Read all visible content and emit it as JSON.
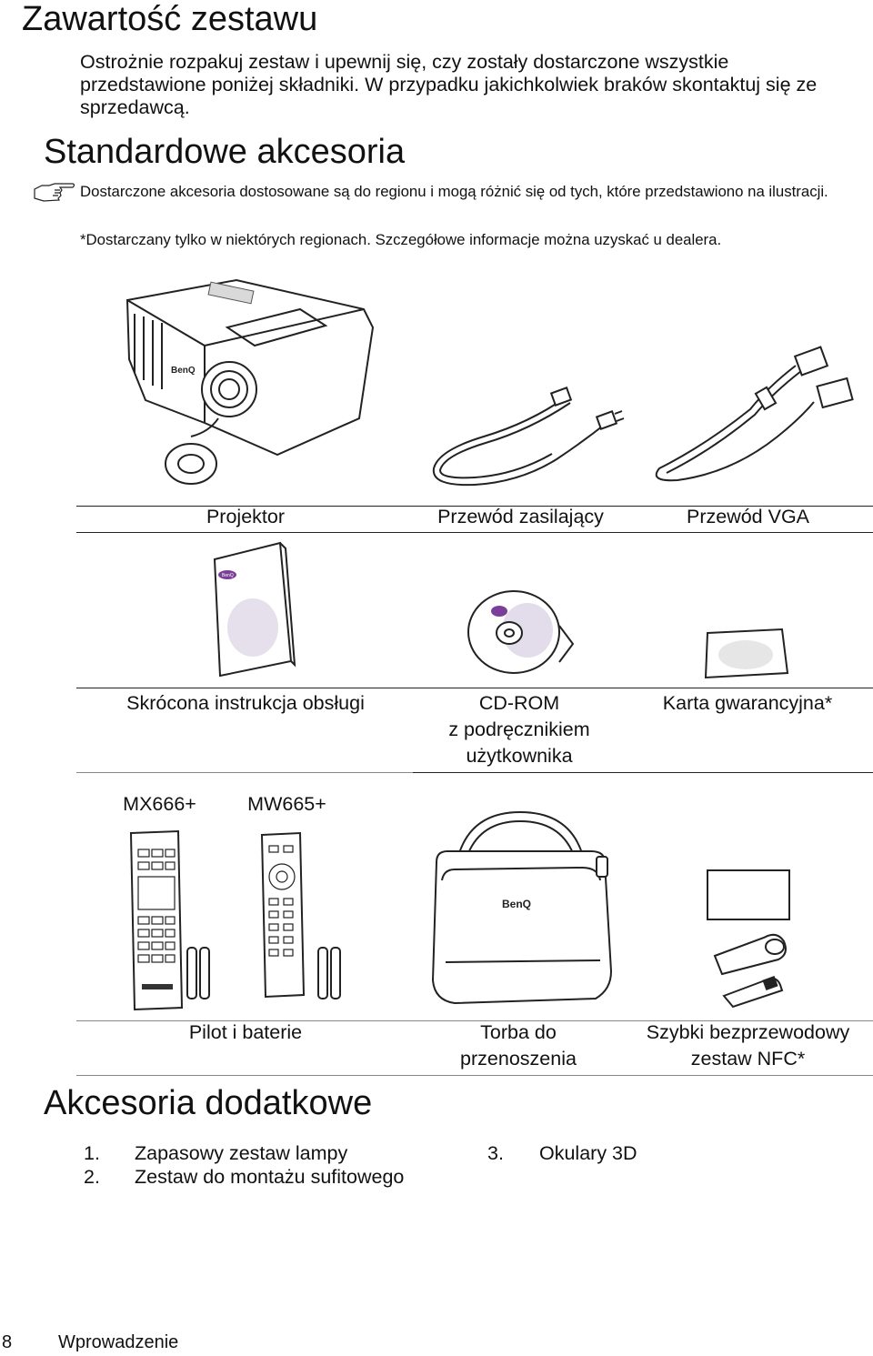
{
  "title": "Zawartość zestawu",
  "intro": "Ostrożnie rozpakuj zestaw i upewnij się, czy zostały dostarczone wszystkie przedstawione poniżej składniki. W przypadku jakichkolwiek braków skontaktuj się ze sprzedawcą.",
  "standard": {
    "heading": "Standardowe akcesoria",
    "note": "Dostarczone akcesoria dostosowane są do regionu i mogą różnić się od tych, które przedstawiono na ilustracji.",
    "footnote": "*Dostarczany tylko w niektórych regionach. Szczegółowe informacje można uzyskać u dealera.",
    "row1": [
      "Projektor",
      "Przewód zasilający",
      "Przewód VGA"
    ],
    "row2": {
      "quick_guide": "Skrócona instrukcja obsługi",
      "cdrom": [
        "CD-ROM",
        "z podręcznikiem",
        "użytkownika"
      ],
      "warranty": "Karta gwarancyjna*"
    },
    "models": [
      "MX666+",
      "MW665+"
    ],
    "row3": {
      "remote": "Pilot i baterie",
      "bag": [
        "Torba do",
        "przenoszenia"
      ],
      "nfc": [
        "Szybki bezprzewodowy",
        "zestaw NFC*"
      ]
    },
    "logo_text": "BenQ"
  },
  "optional": {
    "heading": "Akcesoria dodatkowe",
    "items": [
      {
        "num": "1.",
        "label": "Zapasowy zestaw lampy"
      },
      {
        "num": "2.",
        "label": "Zestaw do montażu sufitowego"
      },
      {
        "num": "3.",
        "label": "Okulary 3D"
      }
    ]
  },
  "footer": {
    "page": "8",
    "section": "Wprowadzenie"
  },
  "icons": {
    "note": "pointing-hand-icon"
  }
}
